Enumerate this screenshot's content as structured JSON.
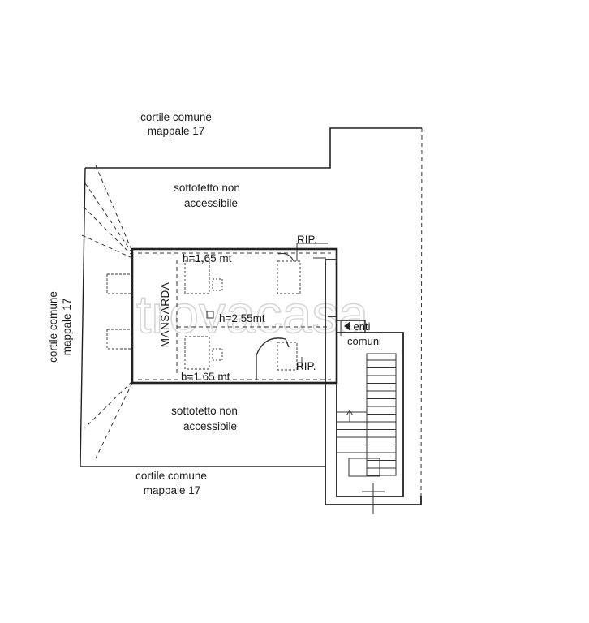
{
  "labels": {
    "cortile_top": [
      "cortile comune",
      "mappale 17"
    ],
    "cortile_left": [
      "cortile comune",
      "mappale 17"
    ],
    "cortile_bottom": [
      "cortile comune",
      "mappale 17"
    ],
    "sottotetto_top": [
      "sottotetto non",
      "accessibile"
    ],
    "sottotetto_bottom": [
      "sottotetto non",
      "accessibile"
    ],
    "mansarda": "MANSARDA",
    "h_top": "h=1,65 mt",
    "h_center": "h=2.55mt",
    "h_bottom": "h=1.65 mt",
    "rip_top": "RIP.",
    "rip_bottom": "RIP.",
    "enti_comuni": [
      "enti",
      "comuni"
    ]
  },
  "watermark": "trovacasa"
}
